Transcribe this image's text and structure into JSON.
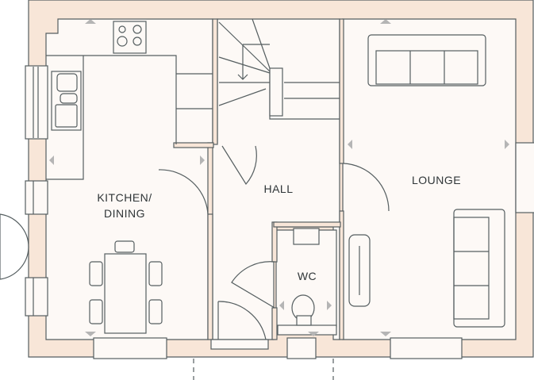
{
  "rooms": {
    "kitchen_line1": "KITCHEN/",
    "kitchen_line2": "DINING",
    "hall": "HALL",
    "lounge": "LOUNGE",
    "wc": "WC"
  },
  "colors": {
    "wall": "#f8e6d8",
    "floor": "#fdf9f6",
    "line": "#555e60",
    "marker": "#b5b5b5"
  }
}
